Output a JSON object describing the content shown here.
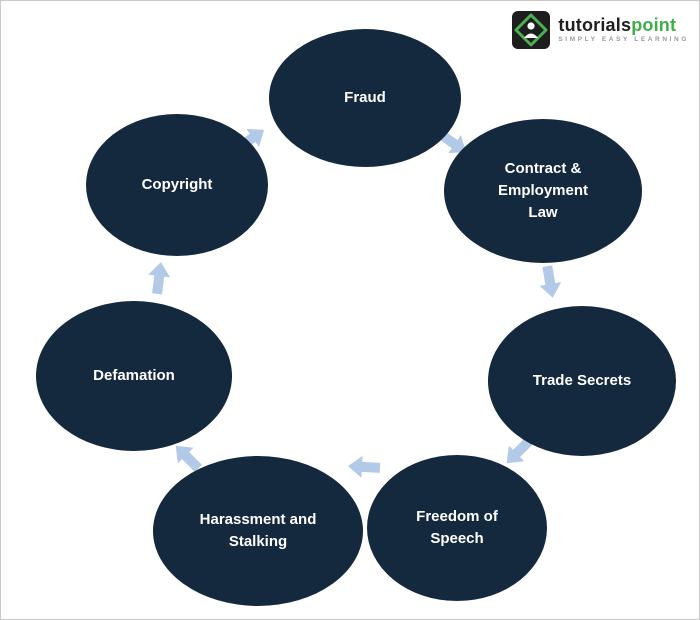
{
  "logo": {
    "brand_primary": "tutorials",
    "brand_accent": "point",
    "tagline": "SIMPLY EASY LEARNING"
  },
  "diagram": {
    "type": "cycle",
    "flow": "clockwise",
    "nodes": [
      {
        "id": "fraud",
        "label": "Fraud"
      },
      {
        "id": "contract-employment-law",
        "label": "Contract & Employment Law"
      },
      {
        "id": "trade-secrets",
        "label": "Trade Secrets"
      },
      {
        "id": "freedom-of-speech",
        "label": "Freedom of Speech"
      },
      {
        "id": "harassment-and-stalking",
        "label": "Harassment and Stalking"
      },
      {
        "id": "defamation",
        "label": "Defamation"
      },
      {
        "id": "copyright",
        "label": "Copyright"
      }
    ]
  },
  "colors": {
    "node_fill": "#14283e",
    "node_text": "#ffffff",
    "arrow_fill": "#b3c9e8",
    "brand_green": "#3eae49",
    "brand_dark": "#1f1f1f",
    "tagline_gray": "#9a9a9a",
    "background": "#ffffff"
  }
}
